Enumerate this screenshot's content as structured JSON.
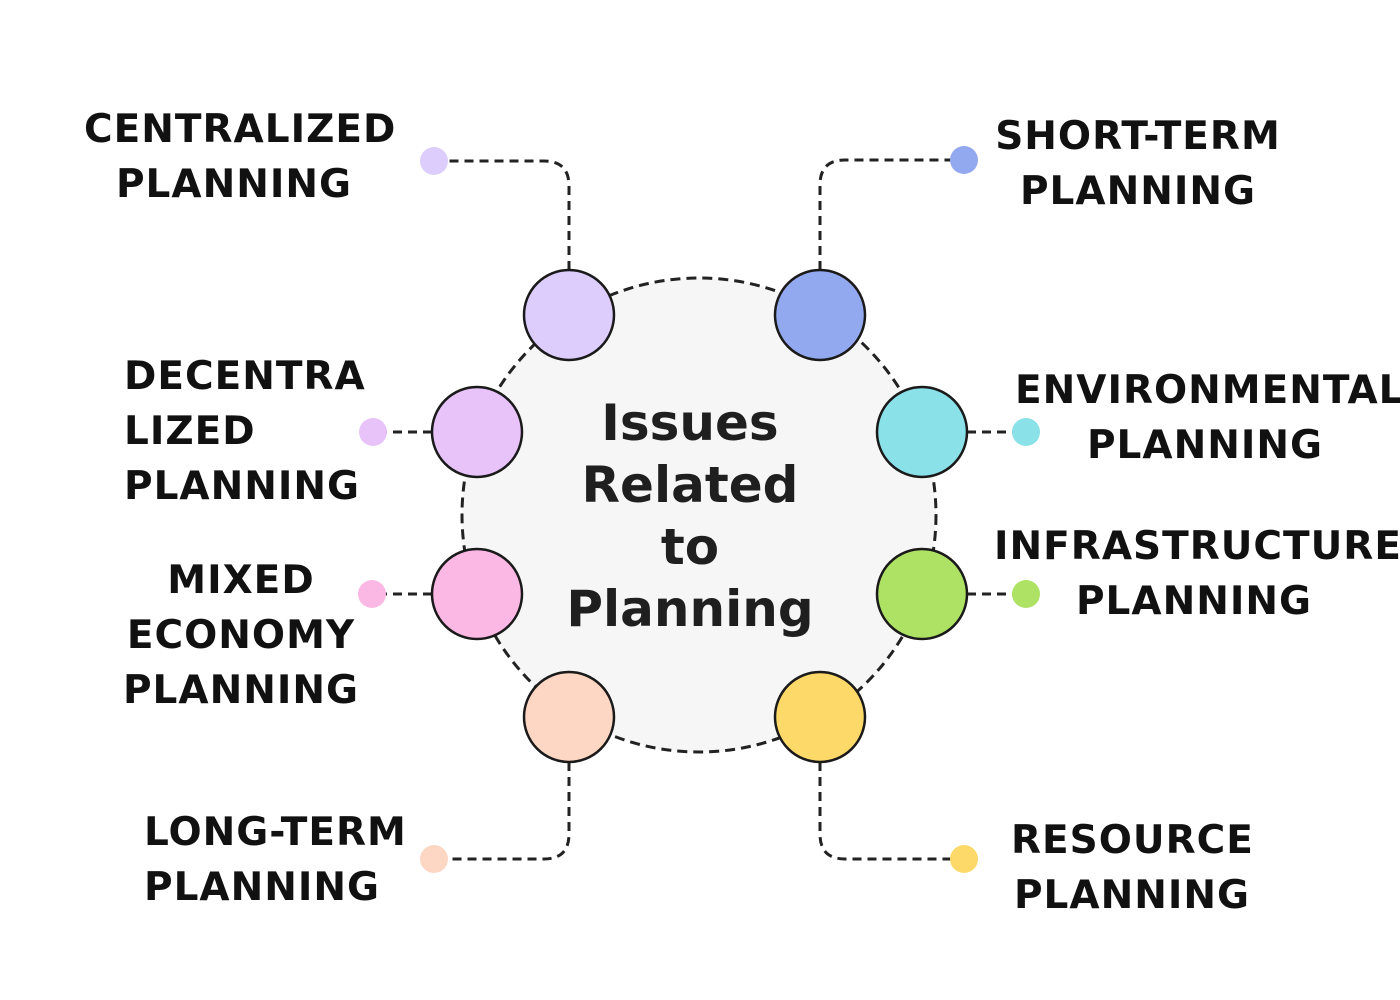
{
  "title_lines": [
    "Issues",
    "Related",
    "to",
    "Planning"
  ],
  "nodes": [
    {
      "id": "centralized",
      "lines": [
        "CENTRALIZED",
        "PLANNING"
      ],
      "color": "#dccdfc"
    },
    {
      "id": "decentralized",
      "lines": [
        "DECENTRA",
        "LIZED",
        "PLANNING"
      ],
      "color": "#e8c3fa"
    },
    {
      "id": "mixed-economy",
      "lines": [
        "MIXED",
        "ECONOMY",
        "PLANNING"
      ],
      "color": "#fcb8e4"
    },
    {
      "id": "long-term",
      "lines": [
        "LONG-TERM",
        "PLANNING"
      ],
      "color": "#fdd6c4"
    },
    {
      "id": "short-term",
      "lines": [
        "SHORT-TERM",
        "PLANNING"
      ],
      "color": "#92a9ef"
    },
    {
      "id": "environmental",
      "lines": [
        "ENVIRONMENTAL",
        "PLANNING"
      ],
      "color": "#8ae1e8"
    },
    {
      "id": "infrastructure",
      "lines": [
        "INFRASTRUCTURE",
        "PLANNING"
      ],
      "color": "#ade264"
    },
    {
      "id": "resource",
      "lines": [
        "RESOURCE",
        "PLANNING"
      ],
      "color": "#fdd96a"
    }
  ]
}
